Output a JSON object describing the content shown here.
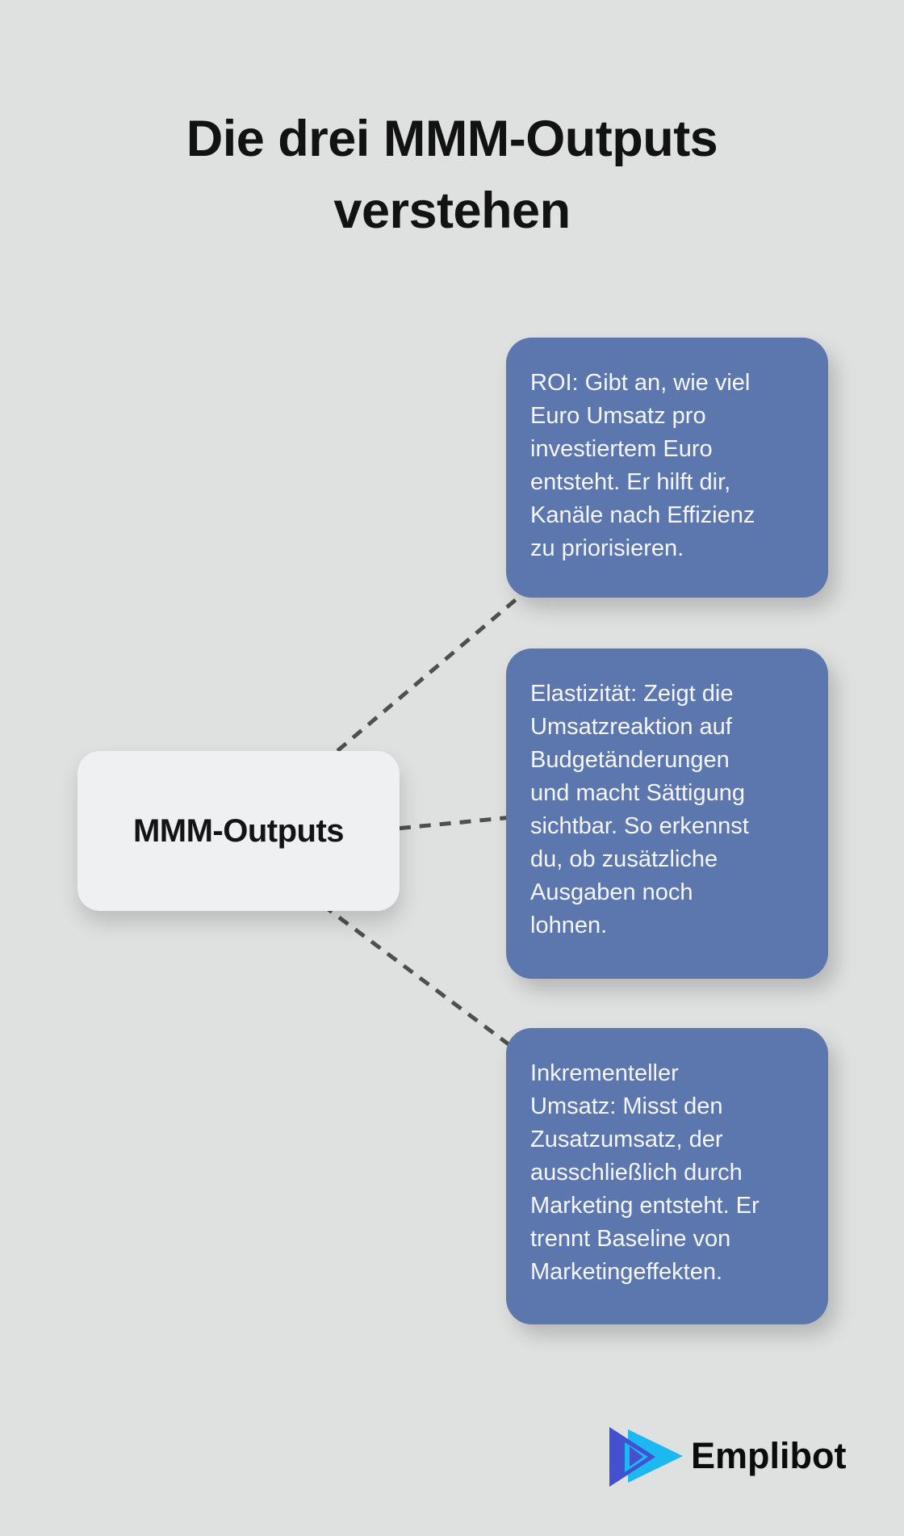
{
  "title": {
    "text": "Die drei MMM-Outputs\nverstehen"
  },
  "diagram": {
    "root": {
      "label": "MMM-Outputs"
    },
    "branches": [
      {
        "name": "roi",
        "text": "ROI: Gibt an, wie viel\nEuro Umsatz pro\ninvestiertem Euro\nentsteht. Er hilft dir,\nKanäle nach Effizienz\nzu priorisieren."
      },
      {
        "name": "elastizitaet",
        "text": "Elastizität: Zeigt die\nUmsatzreaktion auf\nBudgetänderungen\nund macht Sättigung\nsichtbar. So erkennst\ndu, ob zusätzliche\nAusgaben noch\nlohnen."
      },
      {
        "name": "inkrementeller-umsatz",
        "text": "Inkrementeller\nUmsatz: Misst den\nZusatzumsatz, der\nausschließlich durch\nMarketing entsteht. Er\ntrennt Baseline von\nMarketingeffekten."
      }
    ]
  },
  "branding": {
    "logo_text": "Emplibot"
  },
  "colors": {
    "background": "#dfe0e0",
    "card_blue": "#5c76ae",
    "card_text": "#f4f6f9",
    "node_bg": "#eff0f2",
    "connector": "#4f4f4f",
    "title_text": "#121212",
    "logo_indigo": "#4351d0",
    "logo_cyan": "#1cb8f2"
  }
}
